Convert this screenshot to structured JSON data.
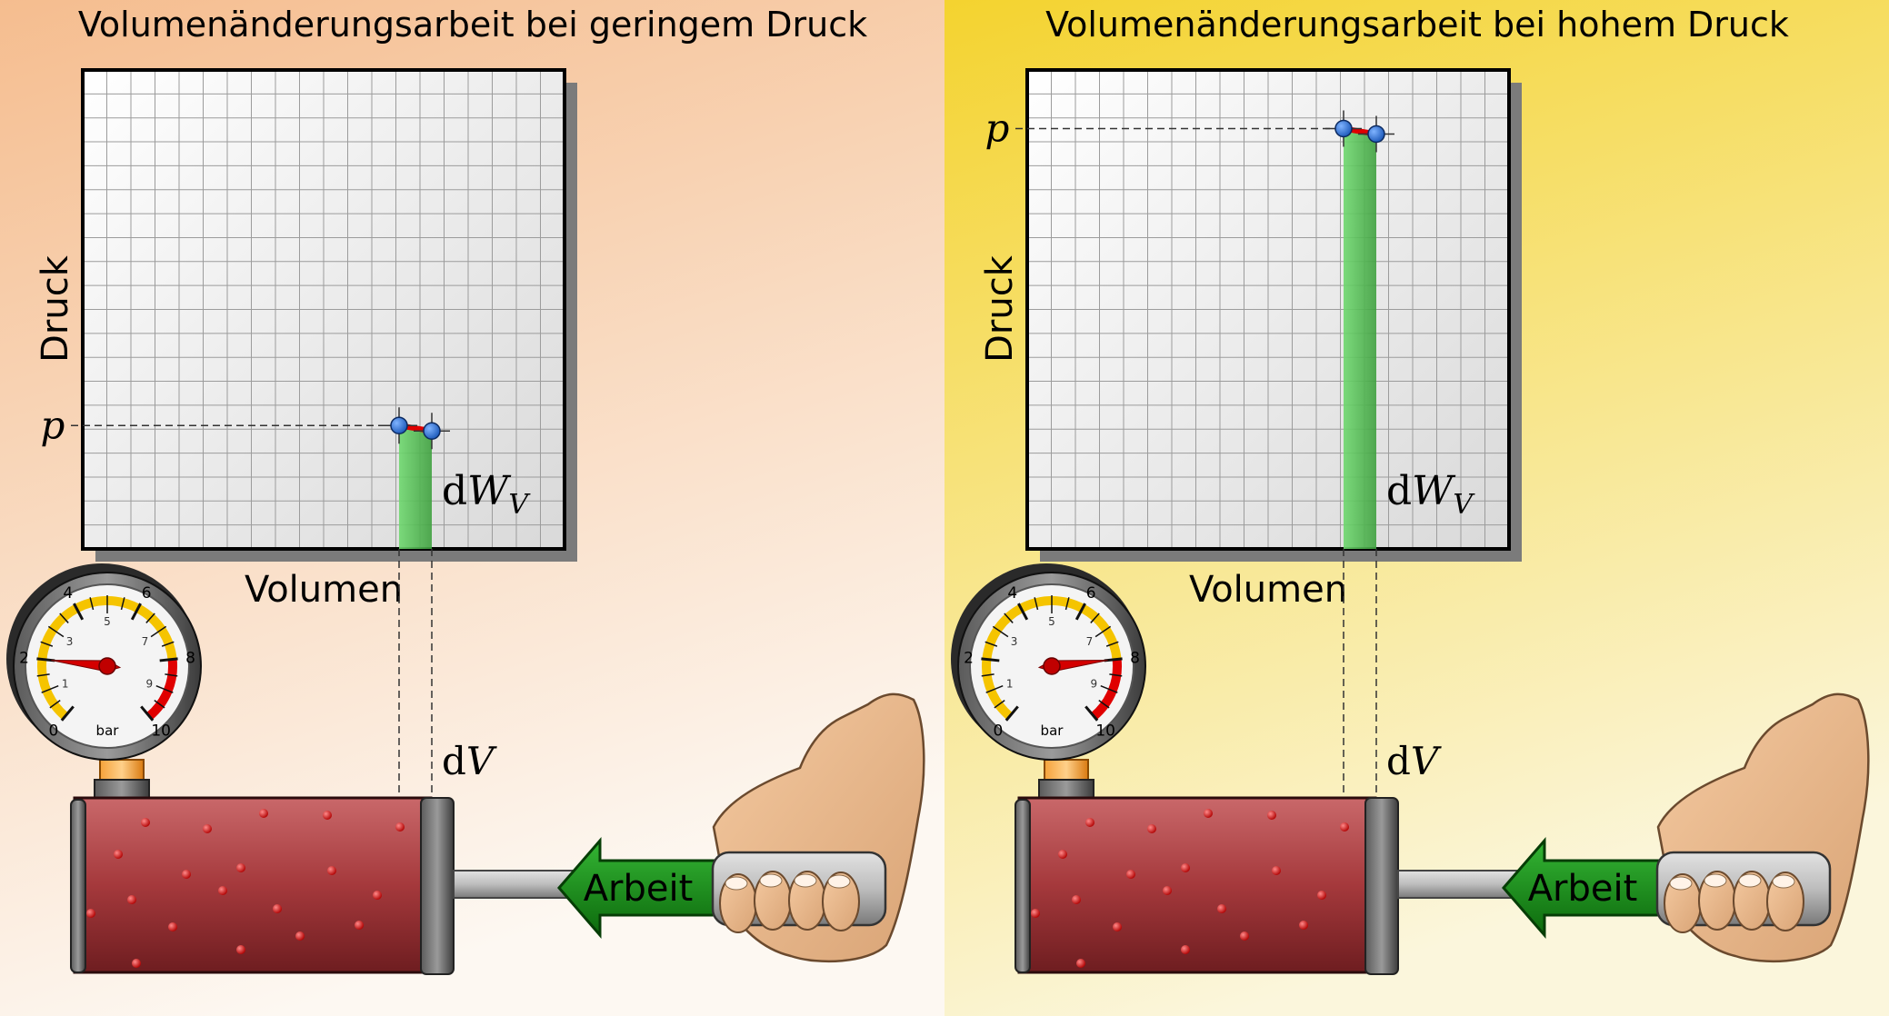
{
  "panels": [
    {
      "title": "Volumenänderungsarbeit bei geringem Druck",
      "y_axis_label": "Druck",
      "x_axis_label": "Volumen",
      "pressure_symbol": "p",
      "work_label": "dW",
      "work_subscript": "V",
      "volume_label": "dV",
      "arrow_label": "Arbeit",
      "pressure_level": 0.25,
      "gauge_value_bar": 2,
      "colors": {
        "bg_top": "#f5bd8f",
        "bg_bottom": "#fdf6ef",
        "work_area": "#5cc85c"
      }
    },
    {
      "title": "Volumenänderungsarbeit bei hohem Druck",
      "y_axis_label": "Druck",
      "x_axis_label": "Volumen",
      "pressure_symbol": "p",
      "work_label": "dW",
      "work_subscript": "V",
      "volume_label": "dV",
      "arrow_label": "Arbeit",
      "pressure_level": 0.87,
      "gauge_value_bar": 8,
      "colors": {
        "bg_top": "#f4d63a",
        "bg_bottom": "#fbf4d5",
        "work_area": "#5cc85c"
      }
    }
  ],
  "gauge": {
    "unit": "bar",
    "major_ticks": [
      "0",
      "2",
      "4",
      "6",
      "8",
      "10"
    ],
    "minor_ticks": [
      "1",
      "3",
      "5",
      "7",
      "9"
    ],
    "range": [
      0,
      10
    ]
  }
}
